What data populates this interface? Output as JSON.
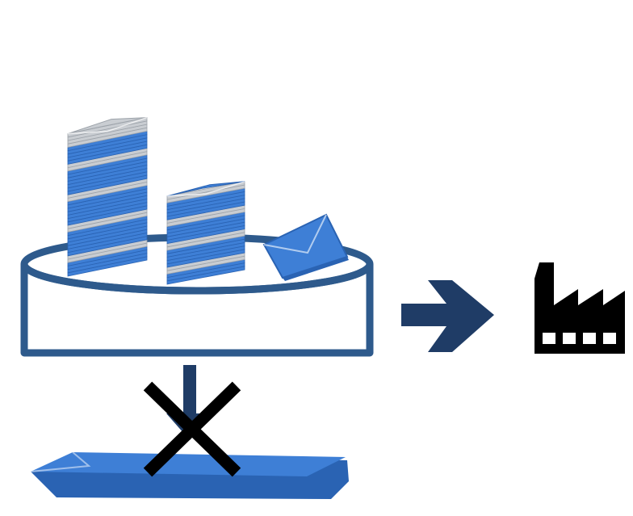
{
  "diagram": {
    "colors": {
      "envelope_blue": "#3E7FD6",
      "envelope_blue_dark": "#2A63B3",
      "envelope_gray": "#C9CDD2",
      "envelope_gray_dark": "#9DA3AA",
      "container_stroke": "#2E5A8C",
      "arrow": "#1F3C66",
      "factory": "#000000",
      "cross": "#000000"
    },
    "elements": {
      "tall_stack": {
        "name": "tall-envelope-stack",
        "icon": "envelope-stack-icon",
        "layers": 42
      },
      "medium_stack": {
        "name": "medium-envelope-stack",
        "icon": "envelope-stack-icon",
        "layers": 26
      },
      "single_envelope": {
        "name": "single-envelope",
        "icon": "envelope-icon"
      },
      "container": {
        "name": "message-queue-container",
        "icon": "cylinder-icon"
      },
      "right_arrow": {
        "name": "right-arrow",
        "icon": "arrow-right-icon"
      },
      "factory": {
        "name": "factory-consumer",
        "icon": "factory-icon"
      },
      "down_arrow": {
        "name": "down-arrow",
        "icon": "arrow-down-icon"
      },
      "blocked_cross": {
        "name": "blocked-x",
        "icon": "x-icon"
      },
      "flat_stack": {
        "name": "flat-envelope-stack",
        "icon": "envelope-stack-icon"
      }
    }
  }
}
